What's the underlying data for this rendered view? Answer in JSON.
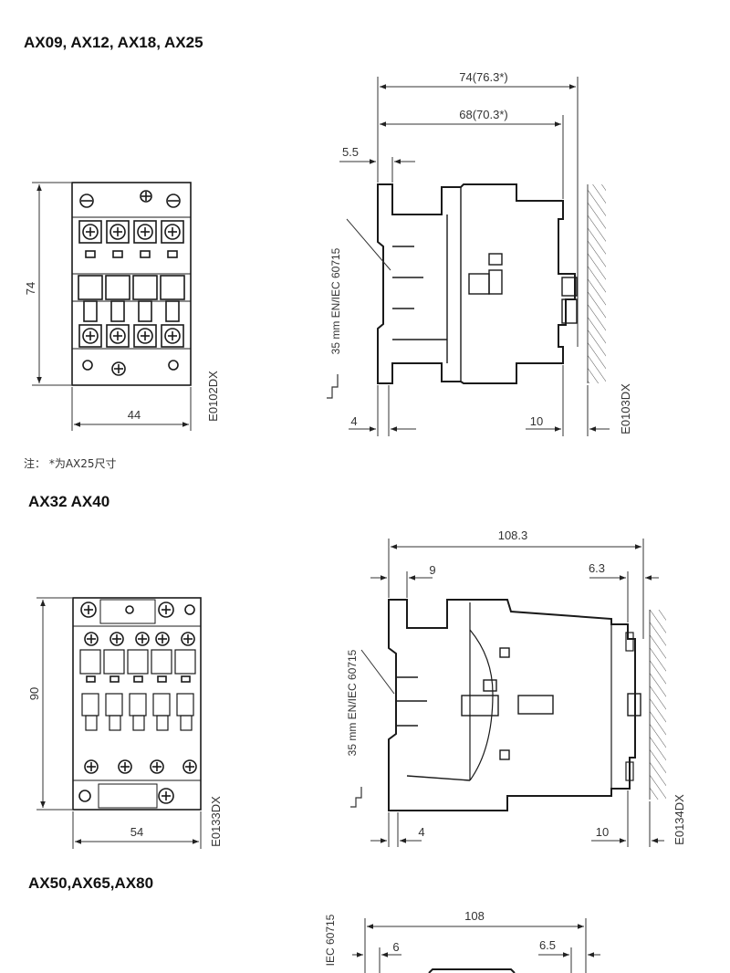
{
  "sections": [
    {
      "title": "AX09, AX12, AX18, AX25",
      "front": {
        "height": "74",
        "width": "44",
        "code": "E0102DX"
      },
      "side": {
        "overall": "74(76.3*)",
        "body": "68(70.3*)",
        "left_offset": "5.5",
        "rail_depth": "4",
        "wall_gap": "10",
        "rail_standard": "35 mm EN/IEC 60715",
        "code": "E0103DX"
      },
      "note": "注：  *为AX25尺寸"
    },
    {
      "title": "AX32 AX40",
      "front": {
        "height": "90",
        "width": "54",
        "code": "E0133DX"
      },
      "side": {
        "overall": "108.3",
        "left_offset": "9",
        "right_offset": "6.3",
        "rail_depth": "4",
        "wall_gap": "10",
        "rail_standard": "35 mm EN/IEC 60715",
        "code": "E0134DX"
      }
    },
    {
      "title": "AX50,AX65,AX80",
      "side": {
        "overall": "108",
        "left_offset": "6",
        "right_offset": "6.5",
        "rail_standard_partial": "IEC 60715"
      }
    }
  ],
  "colors": {
    "line": "#1a1a1a",
    "dim": "#333333",
    "hatch": "#555555"
  }
}
